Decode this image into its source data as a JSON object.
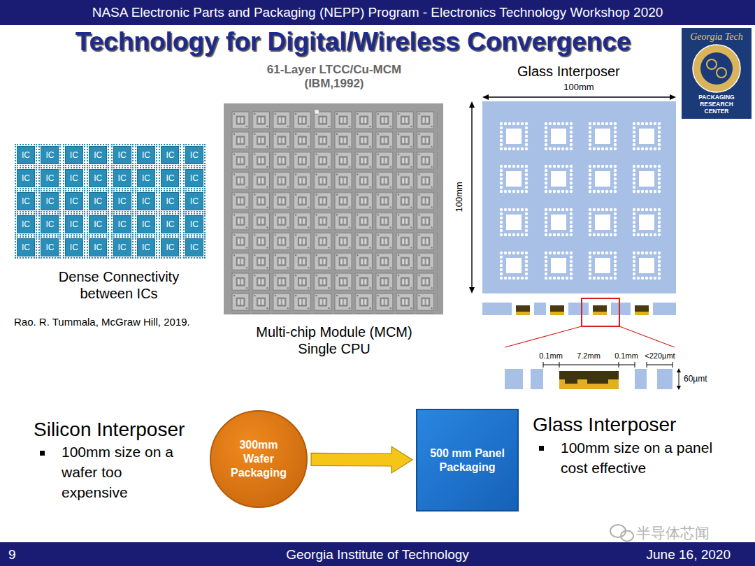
{
  "diagram": {
    "title": "Technology for Digital/Wireless Convergence",
    "nodes": [
      {
        "text": [
          "IC"
        ]
      },
      {
        "text": [
          "IC"
        ]
      },
      {
        "text": [
          "IC"
        ]
      },
      {
        "text": [
          "IC"
        ]
      },
      {
        "text": [
          "IC"
        ]
      },
      {
        "text": [
          "IC"
        ]
      },
      {
        "text": [
          "IC"
        ]
      },
      {
        "text": [
          "IC"
        ]
      },
      {
        "text": [
          "IC"
        ]
      },
      {
        "text": [
          "IC"
        ]
      },
      {
        "text": [
          "IC"
        ]
      },
      {
        "text": [
          "IC"
        ]
      },
      {
        "text": [
          "IC"
        ]
      },
      {
        "text": [
          "IC"
        ]
      },
      {
        "text": [
          "IC"
        ]
      },
      {
        "text": [
          "IC"
        ]
      },
      {
        "text": [
          "IC"
        ]
      },
      {
        "text": [
          "IC"
        ]
      },
      {
        "text": [
          "IC"
        ]
      },
      {
        "text": [
          "IC"
        ]
      },
      {
        "text": [
          "IC"
        ]
      },
      {
        "text": [
          "IC"
        ]
      },
      {
        "text": [
          "IC"
        ]
      },
      {
        "text": [
          "IC"
        ]
      },
      {
        "text": [
          "IC"
        ]
      },
      {
        "text": [
          "IC"
        ]
      },
      {
        "text": [
          "IC"
        ]
      },
      {
        "text": [
          "IC"
        ]
      },
      {
        "text": [
          "IC"
        ]
      },
      {
        "text": [
          "IC"
        ]
      },
      {
        "text": [
          "IC"
        ]
      },
      {
        "text": [
          "IC"
        ]
      },
      {
        "text": [
          "IC"
        ]
      },
      {
        "text": [
          "IC"
        ]
      },
      {
        "text": [
          "IC"
        ]
      },
      {
        "text": [
          "IC"
        ]
      },
      {
        "text": [
          "IC"
        ]
      },
      {
        "text": [
          "IC"
        ]
      },
      {
        "text": [
          "IC"
        ]
      },
      {
        "text": [
          "IC"
        ]
      },
      {
        "text": [
          "300mm Wafer Packaging"
        ]
      },
      {
        "text": [
          "500 mm Panel Packaging"
        ]
      }
    ],
    "edges": [
      {
        "from": 40,
        "to": 41,
        "arrow": "to"
      }
    ],
    "labels": [
      "NASA Electronic Parts and Packaging (NEPP) Program - Electronics Technology Workshop 2020",
      "Georgia Tech",
      "PACKAGING RESEARCH CENTER",
      "61-Layer LTCC/Cu-MCM (IBM,1992)",
      "Glass Interposer",
      "100mm",
      "100mm",
      "Dense Connectivity between ICs",
      "Rao. R. Tummala, McGraw Hill, 2019.",
      "Multi-chip Module (MCM) Single CPU",
      "0.1mm",
      "7.2mm",
      "0.1mm",
      "<220µmt",
      "60µmt",
      "Silicon Interposer",
      "100mm size on a wafer too expensive",
      "Glass Interposer",
      "100mm size on a panel cost effective",
      "半导体芯闻",
      "9",
      "Georgia Institute of Technology",
      "June 16, 2020"
    ]
  }
}
